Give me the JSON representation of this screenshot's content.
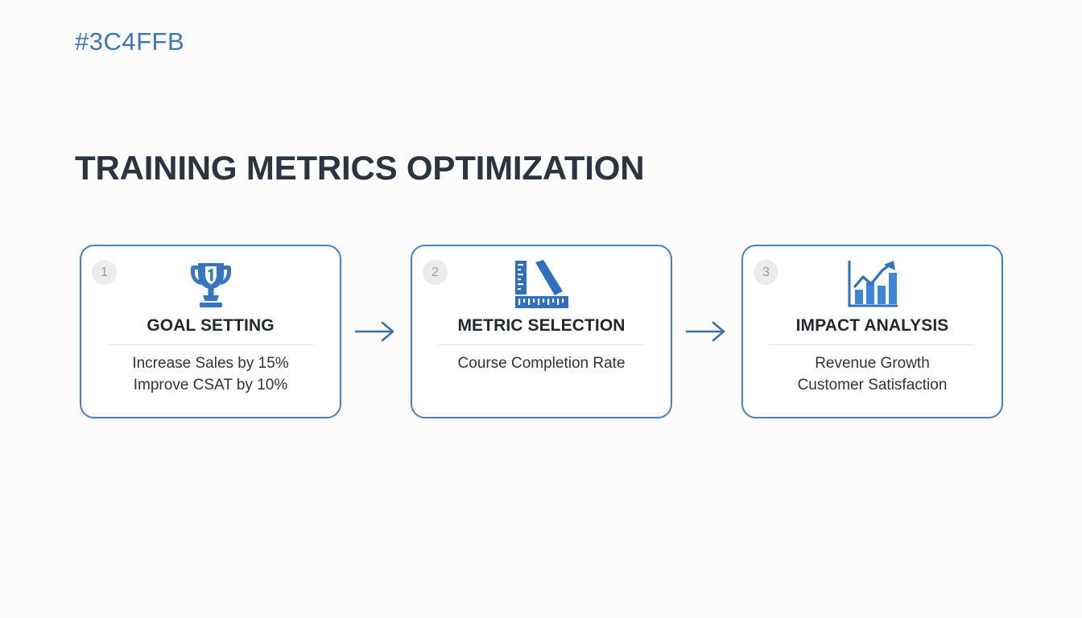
{
  "header": {
    "hex_label": "#3C4FFB",
    "hex_label_color": "#3d77b8"
  },
  "title": "TRAINING METRICS OPTIMIZATION",
  "theme": {
    "background": "#fcfcfd",
    "card_border": "#4a80bd",
    "icon_blue": "#3476bf",
    "title_color": "#2b3440",
    "badge_bg": "#ececee",
    "badge_text": "#9a9a9e",
    "divider": "#e3e3e6",
    "arrow_color": "#3d6fa8"
  },
  "flow": {
    "steps": [
      {
        "number": "1",
        "icon": "trophy-icon",
        "title": "GOAL SETTING",
        "lines": [
          "Increase Sales by 15%",
          "Improve CSAT by 10%"
        ]
      },
      {
        "number": "2",
        "icon": "ruler-icon",
        "title": "METRIC SELECTION",
        "lines": [
          "Course Completion Rate"
        ]
      },
      {
        "number": "3",
        "icon": "bar-chart-growth-icon",
        "title": "IMPACT ANALYSIS",
        "lines": [
          "Revenue Growth",
          "Customer Satisfaction"
        ]
      }
    ],
    "connectors": [
      "arrow-right-icon",
      "arrow-right-icon"
    ]
  }
}
